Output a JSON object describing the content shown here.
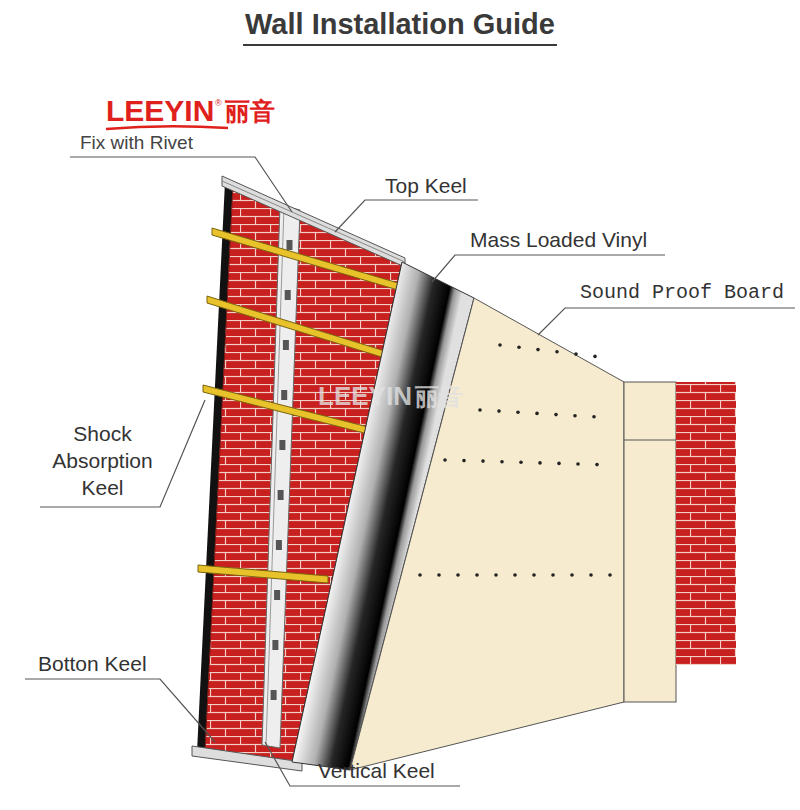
{
  "diagram": {
    "title": "Wall Installation Guide",
    "labels": [
      "LEEYIN",
      "®",
      "丽音",
      "Fix with Rivet",
      "Top Keel",
      "Mass Loaded Vinyl",
      "Sound Proof Board",
      "LEEYIN",
      "丽音",
      "Shock Absorption Keel",
      "Botton Keel",
      "Vertical Keel"
    ]
  }
}
